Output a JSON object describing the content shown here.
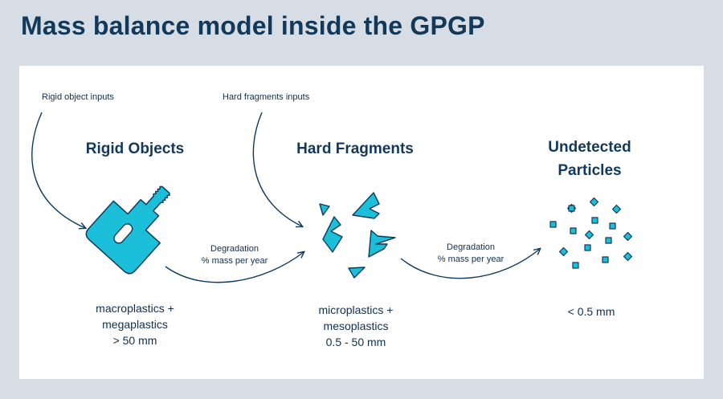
{
  "title": "Mass balance model inside the GPGP",
  "colors": {
    "background": "#d6dde5",
    "panel": "#ffffff",
    "text": "#0f2f4d",
    "plastic_fill": "#1bbfd9",
    "plastic_stroke": "#0e3a5c"
  },
  "inputs": {
    "rigid": "Rigid object inputs",
    "hard": "Hard fragments inputs"
  },
  "stages": [
    {
      "title": "Rigid Objects",
      "icon": "bottle-icon",
      "size_lines": [
        "macroplastics +",
        "megaplastics",
        "> 50 mm"
      ]
    },
    {
      "title": "Hard Fragments",
      "icon": "fragments-icon",
      "size_lines": [
        "microplastics +",
        "mesoplastics",
        "0.5 - 50 mm"
      ]
    },
    {
      "title": "Undetected Particles",
      "icon": "particles-icon",
      "size_lines": [
        "< 0.5 mm"
      ]
    }
  ],
  "transitions": [
    {
      "line1": "Degradation",
      "line2": "% mass per year"
    },
    {
      "line1": "Degradation",
      "line2": "% mass per year"
    }
  ]
}
